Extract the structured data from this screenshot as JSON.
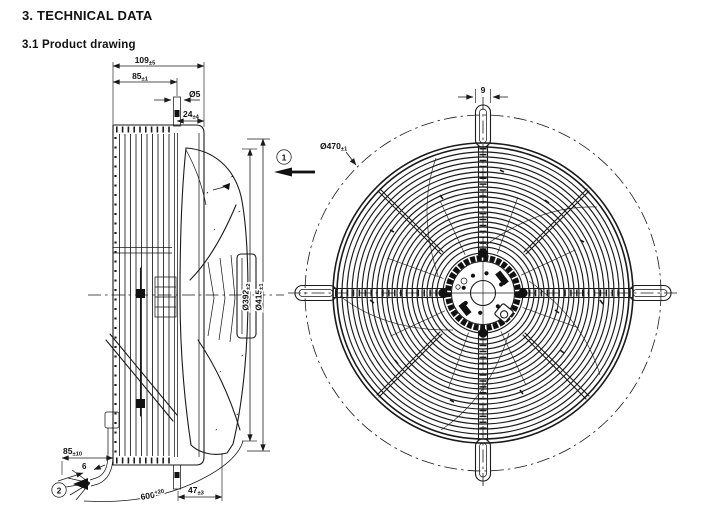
{
  "page": {
    "title": "3. TECHNICAL DATA",
    "subtitle": "3.1 Product drawing"
  },
  "side_view": {
    "dims": {
      "depth_total": {
        "value": "109",
        "tol": "±5"
      },
      "depth_basket": {
        "value": "85",
        "tol": "±1"
      },
      "stud_dia": {
        "value": "Ø5",
        "tol": ""
      },
      "stud_offset": {
        "value": "24",
        "tol": "±4"
      },
      "impeller_dia": {
        "value": "Ø392",
        "tol": "±2"
      },
      "housing_dia": {
        "value": "Ø415",
        "tol": "±1"
      },
      "cable_free": {
        "value": "85",
        "tol": "±10"
      },
      "cable_dia": {
        "value": "6",
        "tol": ""
      },
      "cable_length": {
        "value": "600",
        "tol": "+20"
      },
      "motor_depth": {
        "value": "47",
        "tol": "±3"
      }
    },
    "callout_cable": "2"
  },
  "front_view": {
    "dims": {
      "bolt_circle": {
        "value": "Ø470",
        "tol": "±1"
      },
      "tab_width": {
        "value": "9",
        "tol": ""
      }
    },
    "callout_airflow": "1"
  },
  "colors": {
    "ink": "#1a1a1a",
    "paper": "#ffffff"
  }
}
